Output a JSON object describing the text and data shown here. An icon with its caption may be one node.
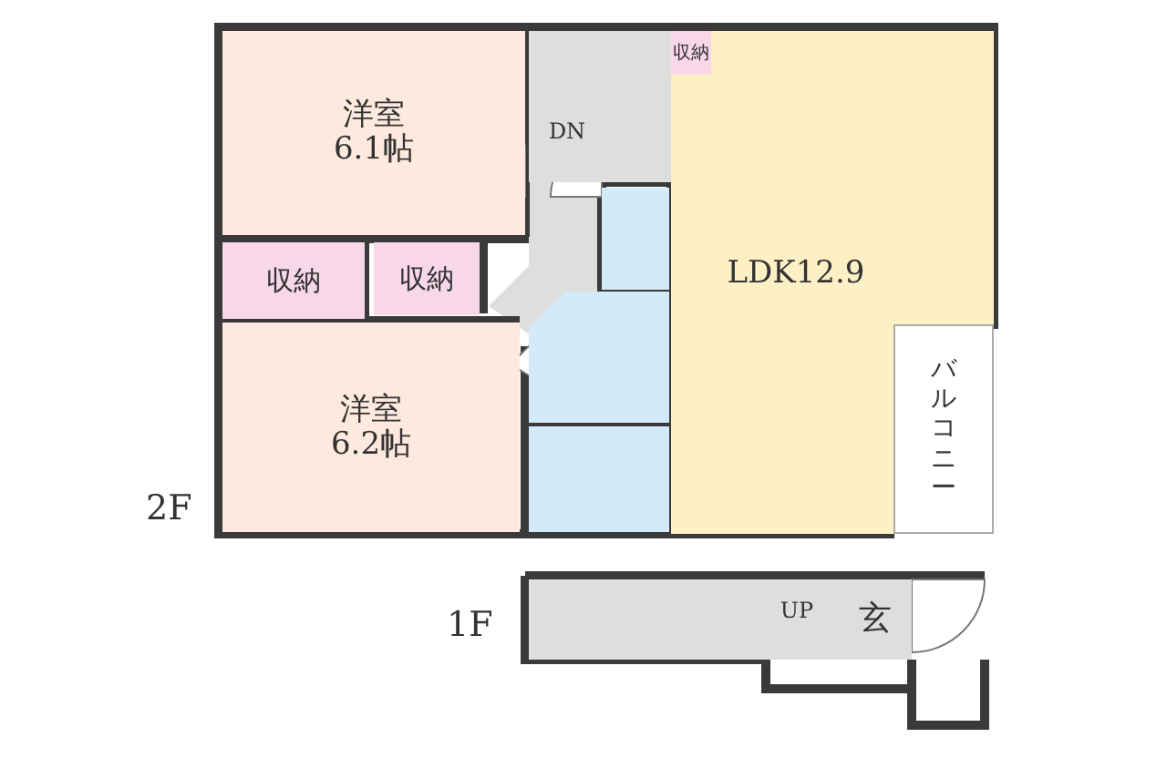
{
  "diagram": {
    "nodes": [
      {
        "text": [
          "洋室",
          "6.1帖"
        ]
      },
      {
        "text": [
          "収納"
        ]
      },
      {
        "text": [
          "収納"
        ]
      },
      {
        "text": [
          "DN"
        ]
      },
      {
        "text": [
          "収納"
        ],
        "in": 7
      },
      {
        "text": [],
        "shape": "box"
      },
      {
        "text": [],
        "shape": "box"
      },
      {
        "text": [
          "LDK12.9"
        ]
      },
      {
        "text": [],
        "shape": "box"
      },
      {
        "text": [
          "洋室",
          "6.2帖"
        ]
      },
      {
        "text": [
          "バルコニー"
        ]
      },
      {
        "text": [
          "UP"
        ]
      },
      {
        "text": [
          "玄"
        ]
      }
    ],
    "labels": [
      "2F",
      "1F"
    ]
  }
}
